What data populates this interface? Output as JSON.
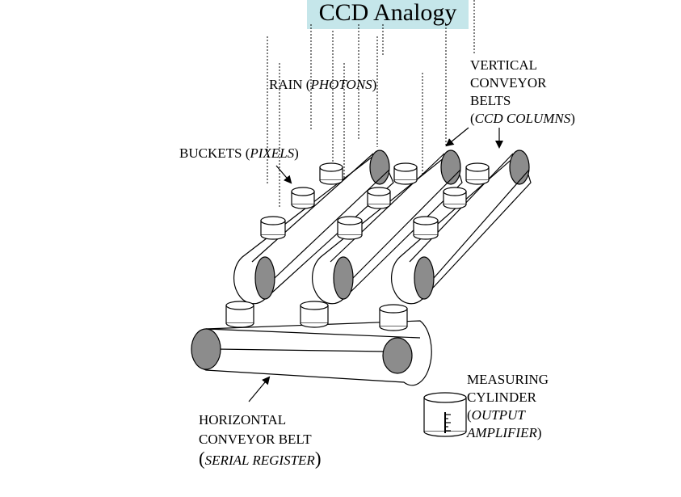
{
  "title": "CCD Analogy",
  "labels": {
    "rain": {
      "text": "RAIN (",
      "italic": "PHOTONS",
      "close": ")"
    },
    "buckets": {
      "text": "BUCKETS (",
      "italic": "PIXELS",
      "close": ")"
    },
    "vertical": {
      "line1": "VERTICAL",
      "line2": "CONVEYOR",
      "line3": "BELTS",
      "open": "(",
      "italic": "CCD COLUMNS",
      "close": ")"
    },
    "horizontal": {
      "line1": "HORIZONTAL",
      "line2": "CONVEYOR BELT",
      "open": "(",
      "italic": "SERIAL REGISTER",
      "close": ")"
    },
    "measuring": {
      "line1": "MEASURING",
      "line2": "CYLINDER",
      "open": "(",
      "italic1": "OUTPUT",
      "italic2": "AMPLIFIER",
      "close": ")"
    }
  },
  "colors": {
    "roller": "#8c8c8c",
    "title_bg": "#c5e6ea",
    "line": "#000000"
  }
}
